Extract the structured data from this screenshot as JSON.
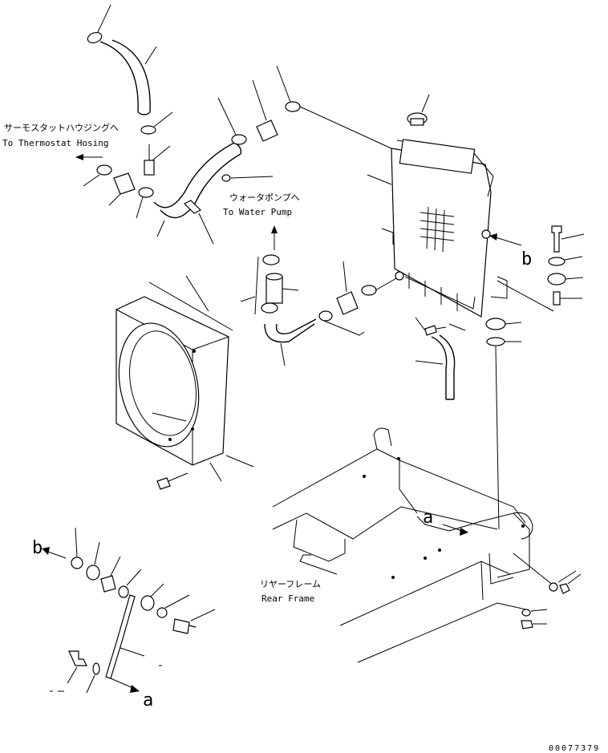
{
  "labels": {
    "thermostat_jp": "サーモスタットハウジングへ",
    "thermostat_en": "To Thermostat Hosing",
    "water_pump_jp": "ウォータポンプへ",
    "water_pump_en": "To Water Pump",
    "rear_frame_jp": "リヤーフレーム",
    "rear_frame_en": "Rear Frame",
    "ref_b_right": "b",
    "ref_b_left": "b",
    "ref_a_frame": "a",
    "ref_a_bottom": "a",
    "drawing_no": "00077379"
  },
  "colors": {
    "ink": "#000000",
    "paper": "#ffffff"
  }
}
